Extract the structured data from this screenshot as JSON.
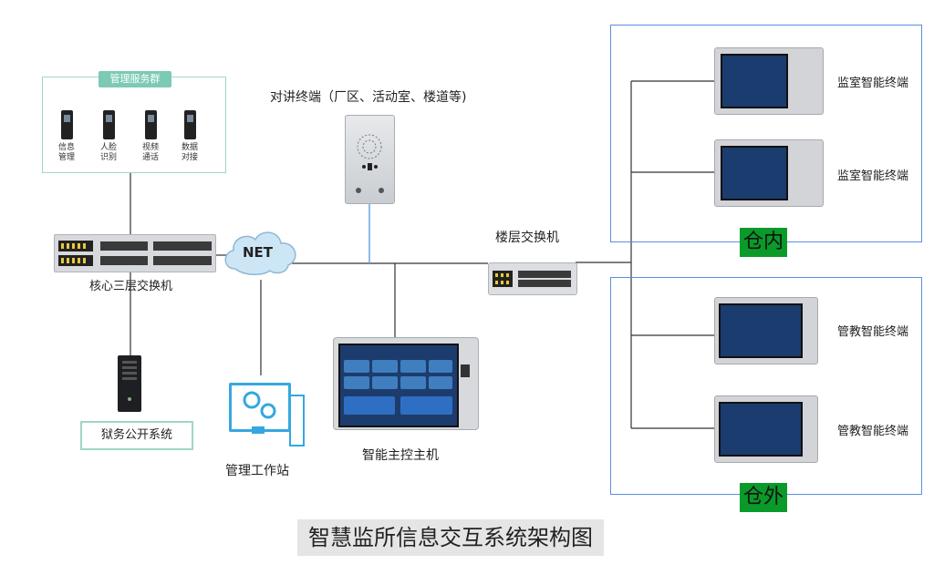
{
  "diagram_title": "智慧监所信息交互系统架构图",
  "server_group": {
    "title": "管理服务群",
    "items": [
      "信息\n管理",
      "人脸\n识别",
      "视频\n通话",
      "数据\n对接"
    ]
  },
  "core_switch_label": "核心三层交换机",
  "public_system_label": "狱务公开系统",
  "cloud_label": "NET",
  "workstation_label": "管理工作站",
  "intercom_label": "对讲终端（厂区、活动室、楼道等)",
  "main_host_label": "智能主控主机",
  "floor_switch_label": "楼层交换机",
  "regions": {
    "inside": {
      "tag": "仓内",
      "terminals": [
        "监室智能终端",
        "监室智能终端"
      ]
    },
    "outside": {
      "tag": "仓外",
      "terminals": [
        "管教智能终端",
        "管教智能终端"
      ]
    }
  },
  "colors": {
    "cloud_fill": "#cde6f6",
    "cloud_stroke": "#8fb8d6",
    "accent_green": "#0a9a2a",
    "region_border": "#5b8fe0",
    "workstation_blue": "#35a7df",
    "group_border": "#9fd6c6"
  }
}
